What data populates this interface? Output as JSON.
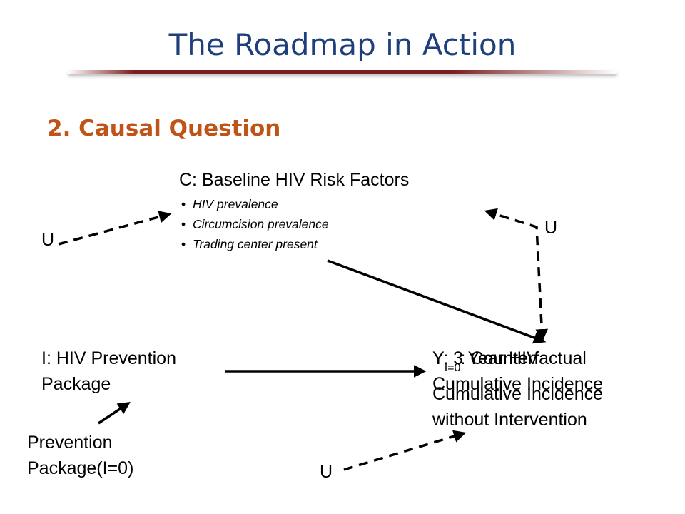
{
  "slide": {
    "title": "The Roadmap in Action",
    "subtitle": "2. Causal Question"
  },
  "baseline": {
    "title": "C: Baseline HIV Risk Factors",
    "bullets": [
      "HIV prevalence",
      "Circumcision prevalence",
      "Trading center present"
    ]
  },
  "unmeasured": {
    "u1": "U",
    "u2": "U",
    "u3": "U"
  },
  "intervention": {
    "line1": "I: HIV Prevention",
    "line2": "Package"
  },
  "outcome": {
    "overlay_line1": "Y: 3 Year HIV",
    "overlay_line2": "Cumulative Incidence",
    "symbol": "Y",
    "subscript": "I=0",
    "counterfactual_rest": ": Counterfactual",
    "line2": "Cumulative Incidence",
    "line3": "without Intervention"
  },
  "prevention_zero": {
    "line1": "Prevention",
    "line2": "Package(I=0)"
  },
  "colors": {
    "title": "#1f3f7a",
    "subtitle": "#c05317",
    "rule": "#7a1f1f",
    "arrows": "#000000"
  }
}
